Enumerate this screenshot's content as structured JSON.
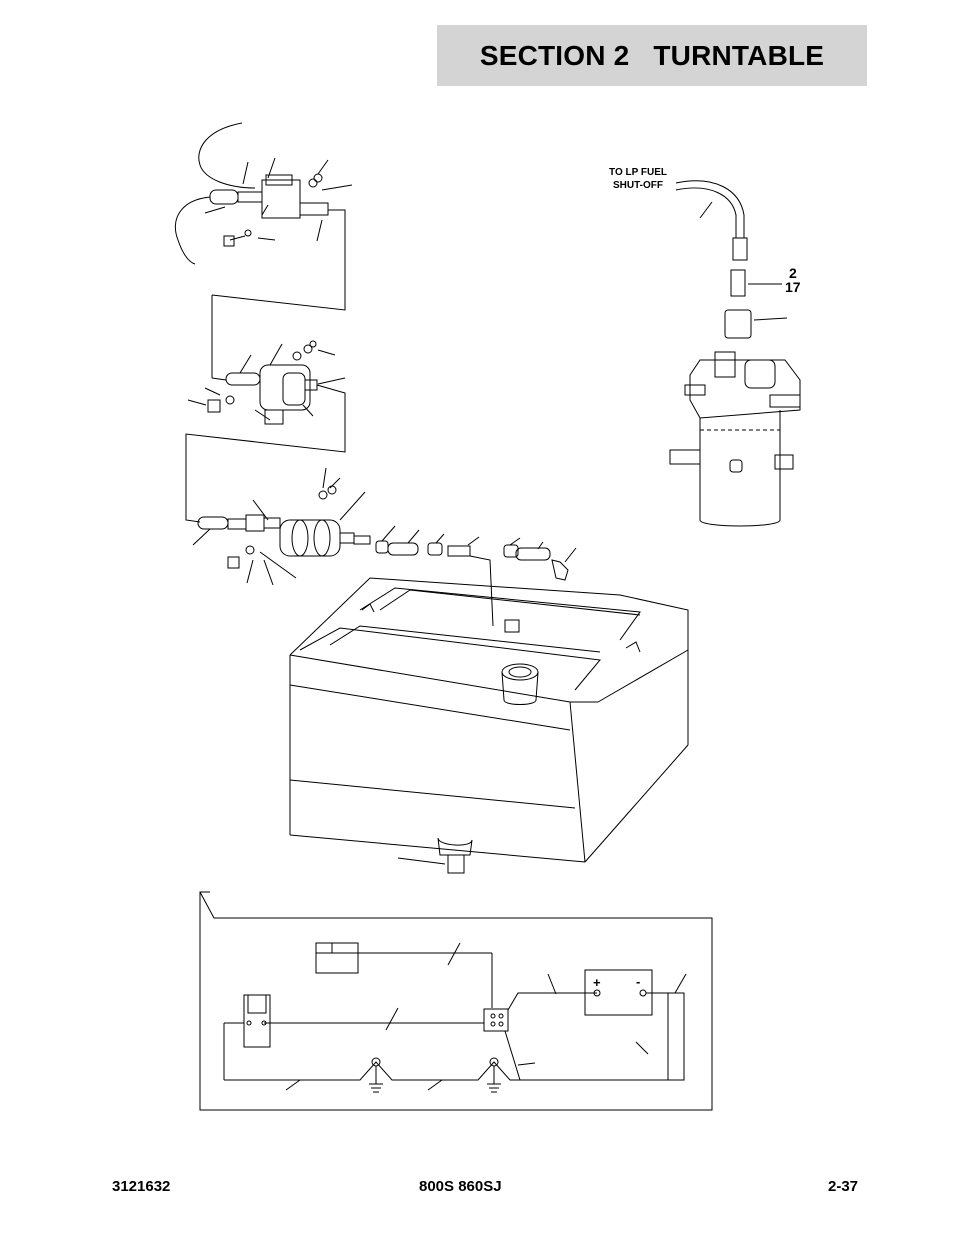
{
  "header": {
    "title": "SECTION 2   TURNTABLE"
  },
  "diagram": {
    "callout_lp_fuel": [
      "TO LP FUEL",
      "SHUT-OFF"
    ],
    "ref_numbers": [
      "2",
      "17"
    ],
    "battery_terminals": {
      "positive": "+",
      "negative": "-"
    }
  },
  "footer": {
    "doc_number": "3121632",
    "models": "800S 860SJ",
    "page": "2-37"
  }
}
